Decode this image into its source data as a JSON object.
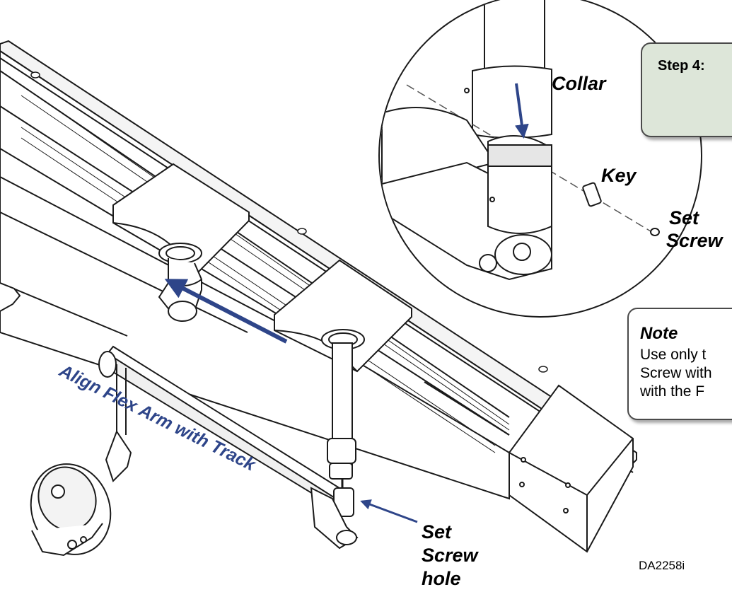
{
  "labels": {
    "collar": "Collar",
    "key": "Key",
    "set_screw_top_line1": "Set",
    "set_screw_top_line2": "Screw",
    "align": "Align Flex Arm with Track",
    "set_screw_hole_line1": "Set",
    "set_screw_hole_line2": "Screw",
    "set_screw_hole_line3": "hole"
  },
  "step_box": {
    "title": "Step 4:"
  },
  "note_box": {
    "title": "Note",
    "line1": "Use only t",
    "line2": "Screw with",
    "line3": "with the F"
  },
  "doc_id": "DA2258i",
  "colors": {
    "arrow_blue": "#2e4589",
    "step_box_fill": "#dde6d9",
    "line": "#1a1a1a"
  }
}
